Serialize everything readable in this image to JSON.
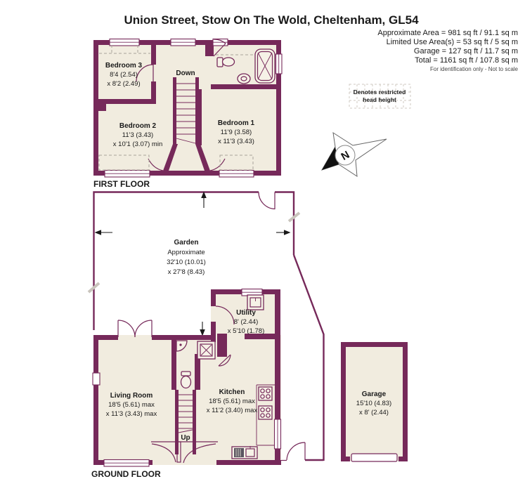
{
  "title": "Union Street, Stow On The Wold, Cheltenham, GL54",
  "summary": {
    "approximate_area": "Approximate Area = 981 sq ft / 91.1 sq m",
    "limited_use": "Limited Use Area(s) = 53 sq ft / 5 sq m",
    "garage_area": "Garage = 127 sq ft / 11.7 sq m",
    "total_area": "Total = 1161 sq ft / 107.8 sq m",
    "disclaimer": "For identification only - Not to scale"
  },
  "legend": {
    "line1": "Denotes restricted",
    "line2": "head height"
  },
  "compass": {
    "north": "N"
  },
  "first_floor": {
    "label": "FIRST FLOOR",
    "stairs": "Down",
    "bedroom3": {
      "name": "Bedroom 3",
      "dim1": "8'4 (2.54)",
      "dim2": "x 8'2 (2.49)"
    },
    "bedroom2": {
      "name": "Bedroom 2",
      "dim1": "11'3 (3.43)",
      "dim2": "x 10'1 (3.07) min"
    },
    "bedroom1": {
      "name": "Bedroom 1",
      "dim1": "11'9 (3.58)",
      "dim2": "x 11'3 (3.43)"
    }
  },
  "ground_floor": {
    "label": "GROUND FLOOR",
    "stairs": "Up",
    "garden": {
      "name": "Garden",
      "note": "Approximate",
      "dim1": "32'10 (10.01)",
      "dim2": "x 27'8 (8.43)"
    },
    "living_room": {
      "name": "Living Room",
      "dim1": "18'5 (5.61) max",
      "dim2": "x 11'3 (3.43) max"
    },
    "kitchen": {
      "name": "Kitchen",
      "dim1": "18'5 (5.61) max",
      "dim2": "x 11'2 (3.40) max"
    },
    "utility": {
      "name": "Utility",
      "dim1": "8' (2.44)",
      "dim2": "x 5'10 (1.78)"
    },
    "garage": {
      "name": "Garage",
      "dim1": "15'10 (4.83)",
      "dim2": "x 8' (2.44)"
    }
  },
  "colors": {
    "wall": "#76295A",
    "floor": "#F1ECDF",
    "text": "#1A1A1A"
  }
}
